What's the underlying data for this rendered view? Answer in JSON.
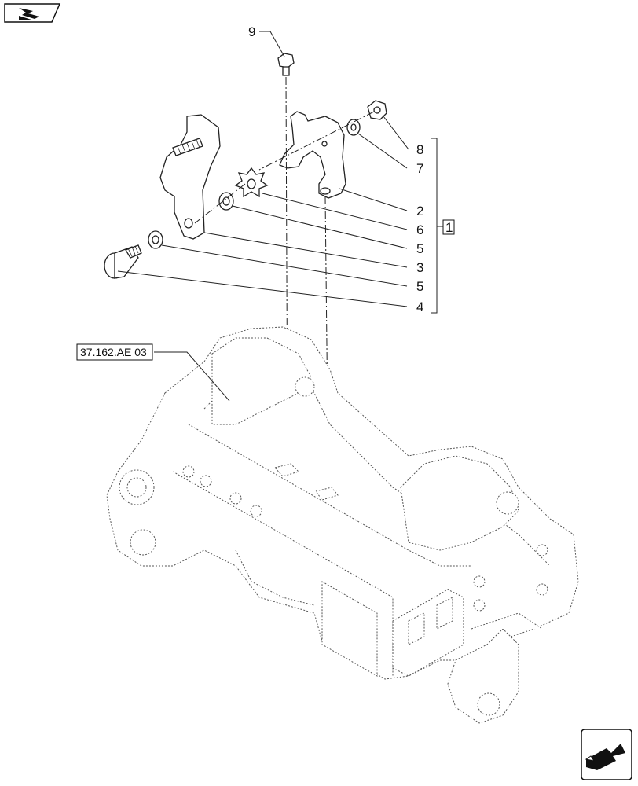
{
  "diagram": {
    "callouts": [
      {
        "id": "c9",
        "text": "9"
      },
      {
        "id": "c8",
        "text": "8"
      },
      {
        "id": "c7",
        "text": "7"
      },
      {
        "id": "c2",
        "text": "2"
      },
      {
        "id": "c6",
        "text": "6"
      },
      {
        "id": "c5a",
        "text": "5"
      },
      {
        "id": "c3",
        "text": "3"
      },
      {
        "id": "c5b",
        "text": "5"
      },
      {
        "id": "c4",
        "text": "4"
      }
    ],
    "kit_label": "1",
    "reference_label": "37.162.AE 03"
  },
  "icons": {
    "top_left": "previous-page-arrow-icon",
    "bottom_right": "next-page-arrow-icon"
  }
}
